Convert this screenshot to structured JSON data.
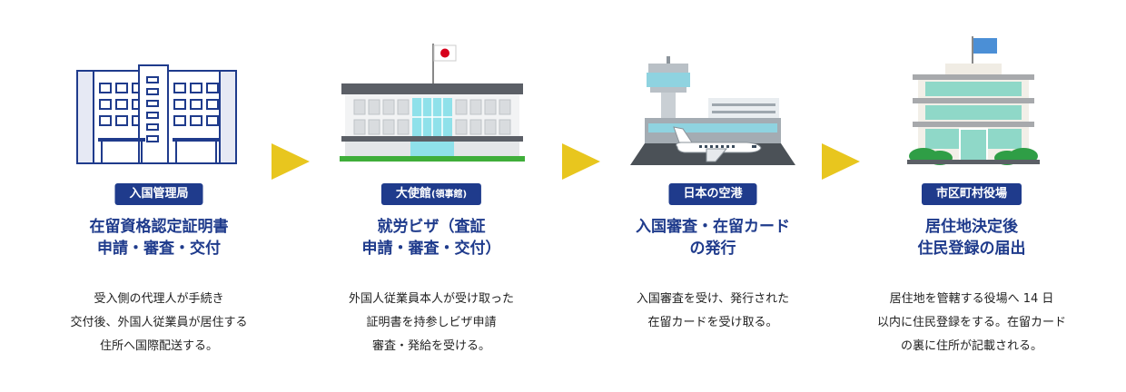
{
  "steps": [
    {
      "badge": "入国管理局",
      "title": [
        "在留資格認定証明書",
        "申請・審査・交付"
      ],
      "desc": [
        "受入側の代理人が手続き",
        "交付後、外国人従業員が居住する",
        "住所へ国際配送する。"
      ]
    },
    {
      "badge": "大使館",
      "badge_sub": "(領事館)",
      "title": [
        "就労ビザ（査証",
        "申請・審査・交付）"
      ],
      "desc": [
        "外国人従業員本人が受け取った",
        "証明書を持参しビザ申請",
        "審査・発給を受ける。"
      ]
    },
    {
      "badge": "日本の空港",
      "title": [
        "入国審査・在留カード",
        "の発行"
      ],
      "desc": [
        "入国審査を受け、発行された",
        "在留カードを受け取る。"
      ]
    },
    {
      "badge": "市区町村役場",
      "title": [
        "居住地決定後",
        "住民登録の届出"
      ],
      "desc": [
        "居住地を管轄する役場へ 14 日",
        "以内に住民登録をする。在留カード",
        "の裏に住所が記載される。"
      ]
    }
  ],
  "colors": {
    "navy": "#1f3b8c",
    "arrow": "#e8c61e"
  }
}
